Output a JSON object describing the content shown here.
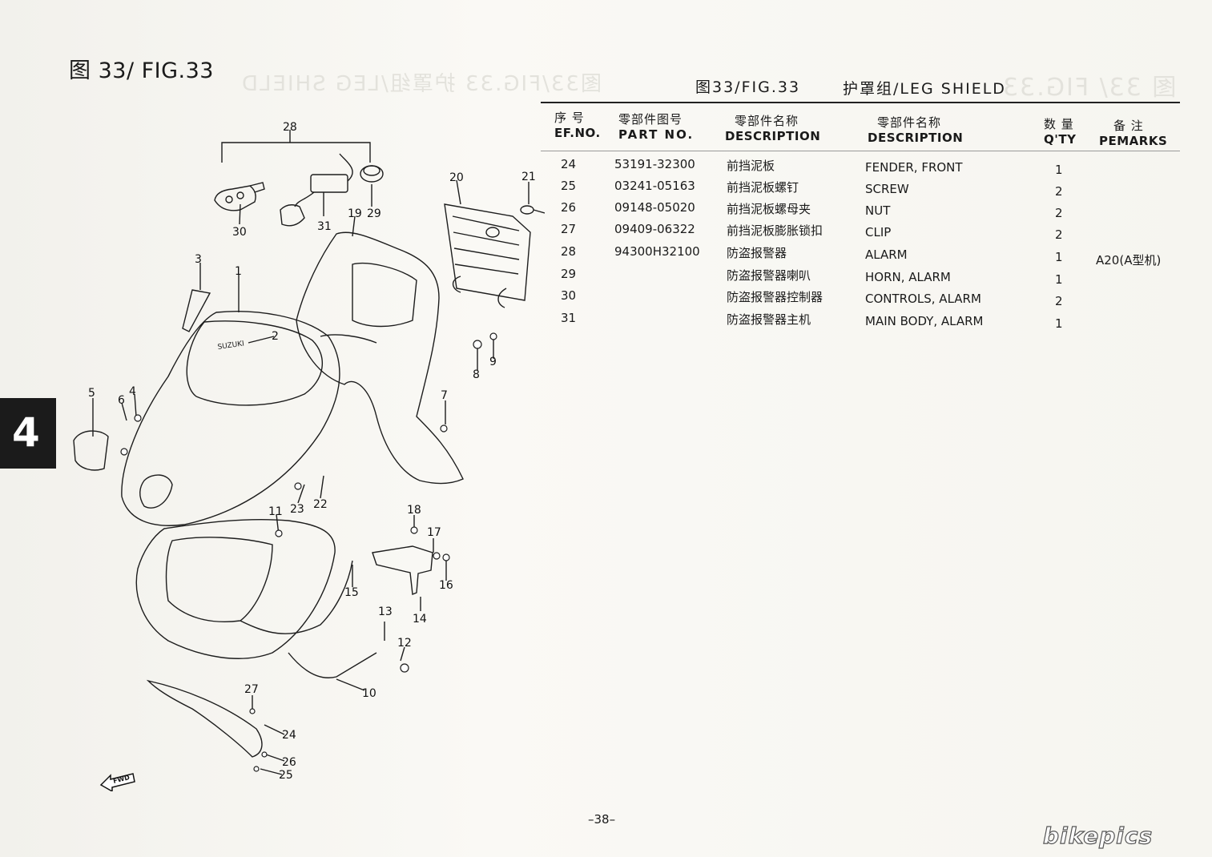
{
  "header": {
    "fig_left": "图 33/ FIG.33",
    "fig_right": "图33/FIG.33",
    "section": "护罩组/LEG SHIELD",
    "section_tab": "4"
  },
  "table": {
    "columns": {
      "ref_cn": "序 号",
      "ref_en": "EF.NO.",
      "part_cn": "零部件图号",
      "part_en": "PART NO.",
      "desc_cn_cn": "零部件名称",
      "desc_cn_en": "DESCRIPTION",
      "desc_en_cn": "零部件名称",
      "desc_en_en": "DESCRIPTION",
      "qty_cn": "数 量",
      "qty_en": "Q'TY",
      "rem_cn": "备 注",
      "rem_en": "PEMARKS"
    },
    "rows": [
      {
        "ref": "24",
        "part": "53191-32300",
        "cn": "前挡泥板",
        "en": "FENDER, FRONT",
        "qty": "1",
        "remarks": ""
      },
      {
        "ref": "25",
        "part": "03241-05163",
        "cn": "前挡泥板螺钉",
        "en": "SCREW",
        "qty": "2",
        "remarks": ""
      },
      {
        "ref": "26",
        "part": "09148-05020",
        "cn": "前挡泥板螺母夹",
        "en": "NUT",
        "qty": "2",
        "remarks": ""
      },
      {
        "ref": "27",
        "part": "09409-06322",
        "cn": "前挡泥板膨胀锁扣",
        "en": "CLIP",
        "qty": "2",
        "remarks": ""
      },
      {
        "ref": "28",
        "part": "94300H32100",
        "cn": "防盗报警器",
        "en": "ALARM",
        "qty": "1",
        "remarks": "A20(A型机)"
      },
      {
        "ref": "29",
        "part": "",
        "cn": "防盗报警器喇叭",
        "en": "HORN, ALARM",
        "qty": "1",
        "remarks": ""
      },
      {
        "ref": "30",
        "part": "",
        "cn": "防盗报警器控制器",
        "en": "CONTROLS, ALARM",
        "qty": "2",
        "remarks": ""
      },
      {
        "ref": "31",
        "part": "",
        "cn": "防盗报警器主机",
        "en": "MAIN BODY, ALARM",
        "qty": "1",
        "remarks": ""
      }
    ]
  },
  "diagram": {
    "callouts": [
      "1",
      "2",
      "3",
      "4",
      "5",
      "6",
      "7",
      "8",
      "9",
      "10",
      "11",
      "12",
      "13",
      "14",
      "15",
      "16",
      "17",
      "18",
      "19",
      "20",
      "21",
      "22",
      "23",
      "24",
      "25",
      "26",
      "27",
      "28",
      "29",
      "30",
      "31"
    ],
    "fwd_label": "FWD",
    "logo_text": "SUZUKI"
  },
  "footer": {
    "page": "–38–",
    "watermark": "bikepics"
  }
}
